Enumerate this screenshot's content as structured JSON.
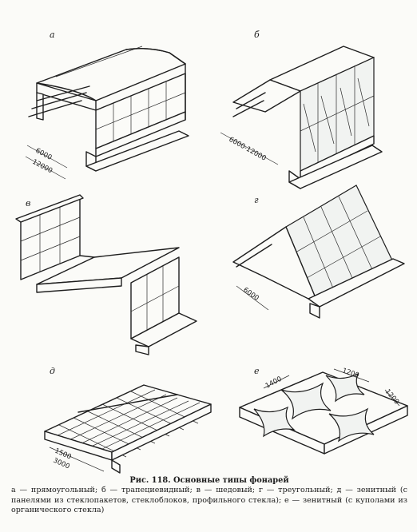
{
  "panels": {
    "a": {
      "label": "а",
      "dims": [
        "6000",
        "12000"
      ]
    },
    "b": {
      "label": "б",
      "dims": [
        "6000-12000"
      ]
    },
    "v": {
      "label": "в",
      "dims": []
    },
    "g": {
      "label": "г",
      "dims": [
        "6000"
      ]
    },
    "d": {
      "label": "д",
      "dims": [
        "1500",
        "3000"
      ]
    },
    "e": {
      "label": "е",
      "dims": [
        "1400",
        "1200",
        "1200"
      ]
    }
  },
  "caption": {
    "title": "Рис. 118. Основные типы фонарей",
    "text": "а — прямоугольный; б — трапециевидный; в — шедовый; г — треугольный; д — зенитный (с панелями из стеклопакетов, стеклоблоков, профильного стекла); е — зенитный (с куполами из органического стекла)"
  }
}
